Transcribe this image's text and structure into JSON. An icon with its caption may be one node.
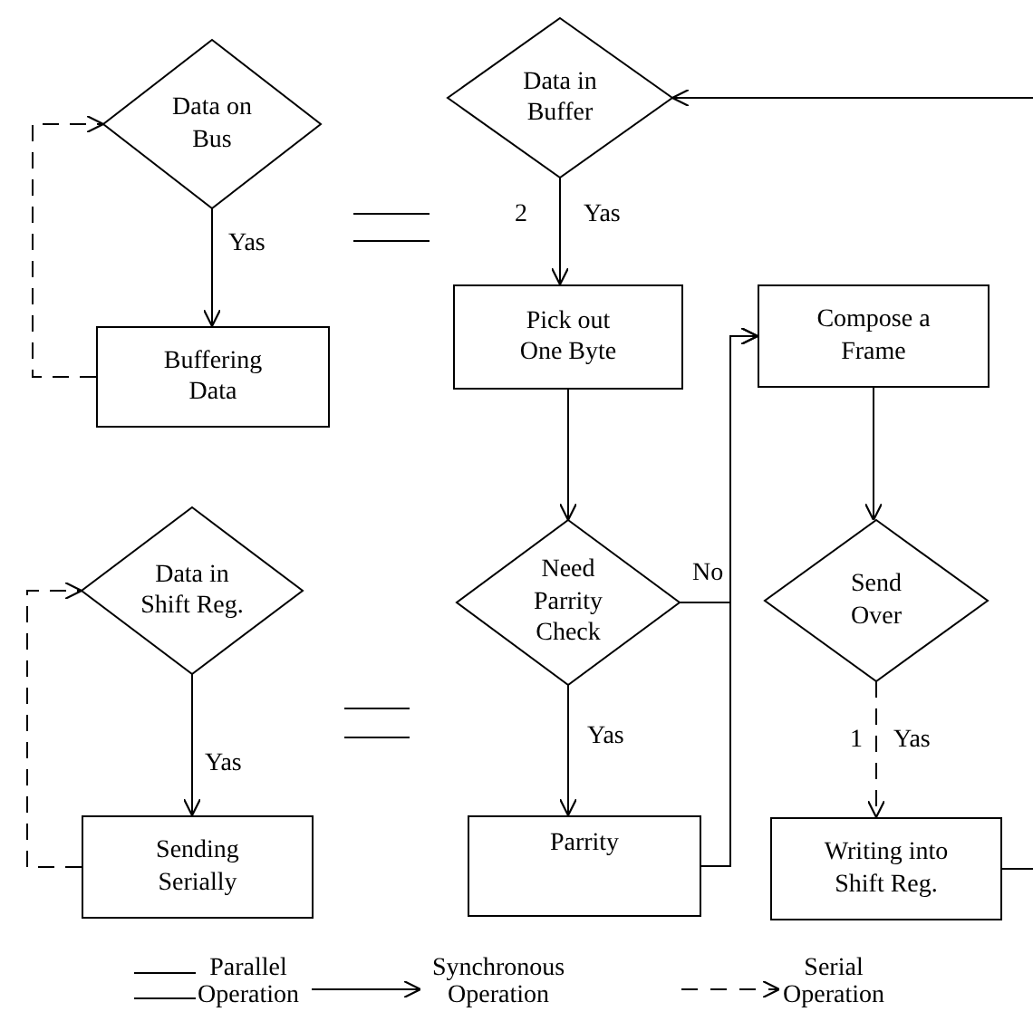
{
  "diagram": {
    "nodes": [
      {
        "text": [
          "Data on Bus"
        ]
      },
      {
        "text": [
          "Buffering Data"
        ]
      },
      {
        "text": [
          "Data in Buffer"
        ]
      },
      {
        "text": [
          "Pick out One Byte"
        ]
      },
      {
        "text": [
          "Compose a Frame"
        ]
      },
      {
        "text": [
          "Data in Shift Reg."
        ]
      },
      {
        "text": [
          "Sending Serially"
        ]
      },
      {
        "text": [
          "Need Parrity Check"
        ]
      },
      {
        "text": [
          "Send Over"
        ]
      },
      {
        "text": [
          "Parrity"
        ]
      },
      {
        "text": [
          "Writing into Shift Reg."
        ]
      }
    ],
    "edges": [
      {
        "from": 0,
        "to": 1,
        "arrow": "to",
        "label": "Yas"
      },
      {
        "from": 1,
        "to": 0,
        "arrow": "to",
        "style": "dashed"
      },
      {
        "from": 2,
        "to": 3,
        "arrow": "to",
        "label": "Yas"
      },
      {
        "from": 3,
        "to": 7,
        "arrow": "to"
      },
      {
        "from": 7,
        "to": 4,
        "arrow": "to",
        "label": "No"
      },
      {
        "from": 9,
        "to": 4,
        "arrow": "to"
      },
      {
        "from": 7,
        "to": 9,
        "arrow": "to",
        "label": "Yas"
      },
      {
        "from": 4,
        "to": 8,
        "arrow": "to"
      },
      {
        "from": 8,
        "to": 10,
        "arrow": "to",
        "label": "Yas",
        "style": "dashed"
      },
      {
        "from": 5,
        "to": 6,
        "arrow": "to",
        "label": "Yas"
      },
      {
        "from": 6,
        "to": 5,
        "arrow": "to",
        "style": "dashed"
      },
      {
        "from": 10,
        "to": null,
        "arrow": "none"
      },
      {
        "from": null,
        "to": 2,
        "arrow": "to"
      }
    ],
    "labels": [
      "2",
      "1"
    ],
    "legend": [
      {
        "text": "Parallel Operation"
      },
      {
        "text": "Synchronous Operation"
      },
      {
        "text": "Serial Operation"
      }
    ]
  }
}
